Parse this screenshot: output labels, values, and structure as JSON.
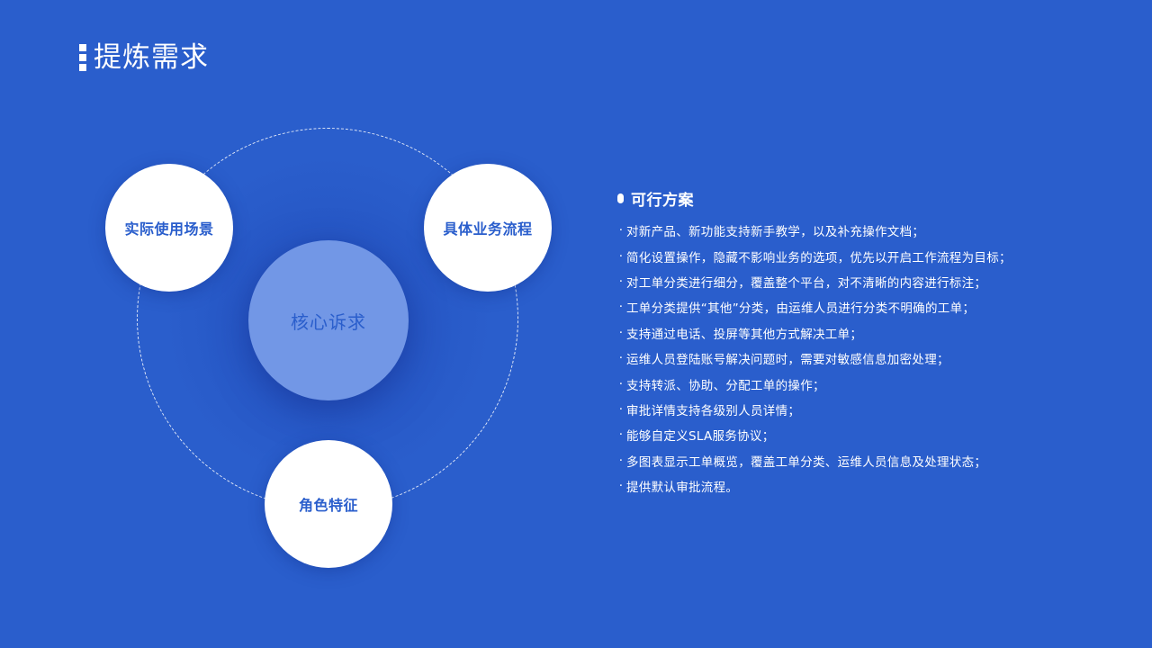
{
  "header": {
    "title": "提炼需求",
    "icon": "three-square-blocks-icon"
  },
  "colors": {
    "background": "#2a5ecc",
    "core_fill": "#7297e6",
    "node_fill": "#ffffff",
    "node_text": "#2a5ecc",
    "text": "#ffffff"
  },
  "diagram": {
    "core": {
      "label": "核心诉求"
    },
    "nodes": [
      {
        "label": "实际使用场景"
      },
      {
        "label": "具体业务流程"
      },
      {
        "label": "角色特征"
      }
    ]
  },
  "panel": {
    "heading": "可行方案",
    "bullet": "·",
    "items": [
      "对新产品、新功能支持新手教学，以及补充操作文档；",
      "简化设置操作，隐藏不影响业务的选项，优先以开启工作流程为目标；",
      "对工单分类进行细分，覆盖整个平台，对不清晰的内容进行标注；",
      "工单分类提供“其他”分类，由运维人员进行分类不明确的工单；",
      "支持通过电话、投屏等其他方式解决工单；",
      "运维人员登陆账号解决问题时，需要对敏感信息加密处理；",
      "支持转派、协助、分配工单的操作；",
      "审批详情支持各级别人员详情；",
      "能够自定义SLA服务协议；",
      "多图表显示工单概览，覆盖工单分类、运维人员信息及处理状态；",
      "提供默认审批流程。"
    ]
  }
}
